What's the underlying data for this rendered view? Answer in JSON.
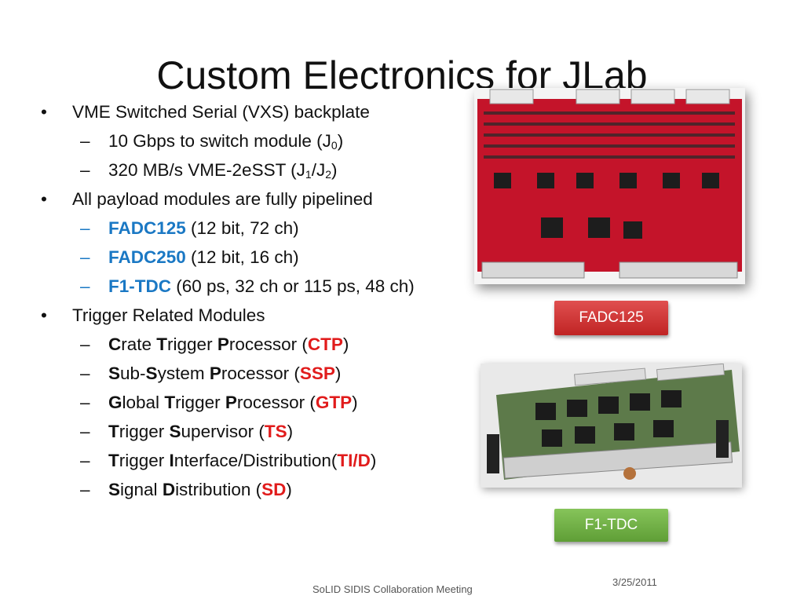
{
  "slide": {
    "title": "Custom Electronics for JLab",
    "footer": "SoLID SIDIS Collaboration Meeting",
    "date": "3/25/2011"
  },
  "bullets": {
    "vxs": {
      "text": "VME Switched Serial (VXS) backplate"
    },
    "vxs_sub1": {
      "pre": "10 Gbps to switch module (J",
      "sub": "0",
      "post": ")"
    },
    "vxs_sub2": {
      "pre": "320 MB/s VME-2eSST (J",
      "sub1": "1",
      "mid": "/J",
      "sub2": "2",
      "post": ")"
    },
    "pipeline": {
      "text": "All payload modules are fully pipelined"
    },
    "fadc125": {
      "bold": "FADC125",
      "rest": " (12 bit, 72 ch)"
    },
    "fadc250": {
      "bold": "FADC250",
      "rest": " (12 bit, 16 ch)"
    },
    "f1tdc": {
      "bold": "F1-TDC",
      "rest": " (60 ps, 32 ch or 115 ps, 48 ch)"
    },
    "trigger": {
      "text": "Trigger Related Modules"
    },
    "ctp": {
      "b1": "C",
      "t1": "rate ",
      "b2": "T",
      "t2": "rigger ",
      "b3": "P",
      "t3": "rocessor (",
      "abbr": "CTP",
      "close": ")"
    },
    "ssp": {
      "b1": "S",
      "t1": "ub-",
      "b2": "S",
      "t2": "ystem ",
      "b3": "P",
      "t3": "rocessor (",
      "abbr": "SSP",
      "close": ")"
    },
    "gtp": {
      "b1": "G",
      "t1": "lobal ",
      "b2": "T",
      "t2": "rigger ",
      "b3": "P",
      "t3": "rocessor (",
      "abbr": "GTP",
      "close": ")"
    },
    "ts": {
      "b1": "T",
      "t1": "rigger ",
      "b2": "S",
      "t2": "upervisor (",
      "abbr": "TS",
      "close": ")"
    },
    "tid": {
      "b1": "T",
      "t1": "rigger ",
      "b2": "I",
      "t2": "nterface/Distribution(",
      "abbr": "TI/D",
      "close": ")"
    },
    "sd": {
      "b1": "S",
      "t1": "ignal ",
      "b2": "D",
      "t2": "istribution (",
      "abbr": "SD",
      "close": ")"
    }
  },
  "markers": {
    "bullet": "•",
    "dash": "–"
  },
  "images": {
    "fadc_caption": "FADC125",
    "f1_caption": "F1-TDC"
  },
  "colors": {
    "accent_blue": "#1a78c4",
    "accent_red": "#e11b1b",
    "fadc_label": "#c92b2b",
    "f1_label": "#6fae45",
    "board_red": "#c4142a",
    "board_green": "#5d7a4a"
  }
}
